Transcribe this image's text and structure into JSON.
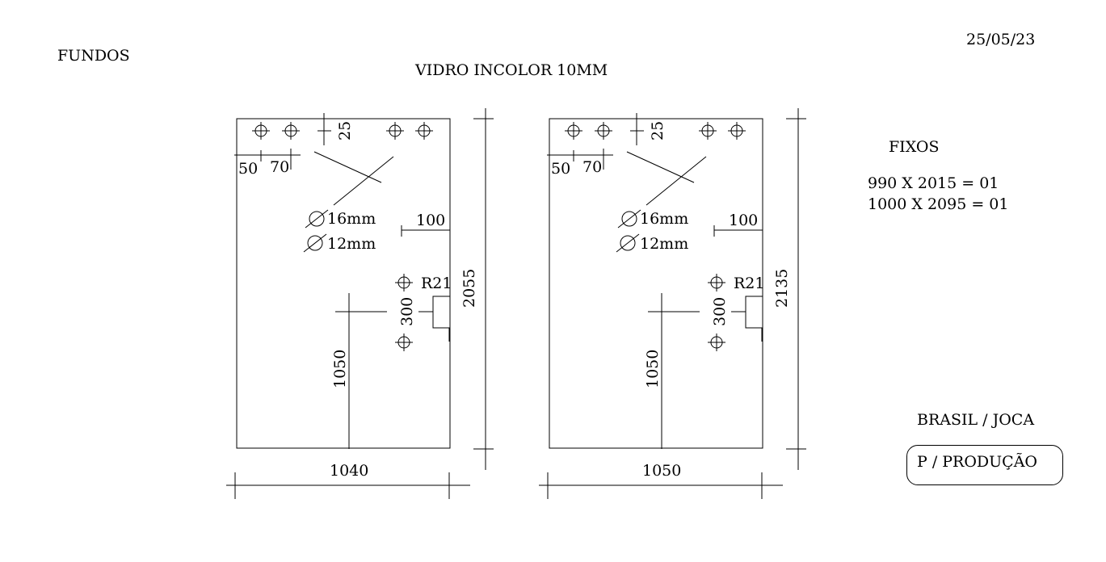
{
  "header": {
    "left_label": "FUNDOS",
    "date": "25/05/23",
    "title": "VIDRO INCOLOR 10MM"
  },
  "fixos": {
    "title": "FIXOS",
    "items": [
      "990 X 2015 = 01",
      "1000 X 2095 = 01"
    ]
  },
  "footer": {
    "client": "BRASIL / JOCA",
    "status": "P / PRODUÇÃO"
  },
  "panels": [
    {
      "width_label": "1040",
      "height_label": "2055",
      "hole_spacing": [
        "50",
        "70"
      ],
      "top_offset": "25",
      "hole_diameters": [
        "16mm",
        "12mm"
      ],
      "side_offset": "100",
      "radius": "R21",
      "notch_height": "300",
      "notch_elevation": "1050"
    },
    {
      "width_label": "1050",
      "height_label": "2135",
      "hole_spacing": [
        "50",
        "70"
      ],
      "top_offset": "25",
      "hole_diameters": [
        "16mm",
        "12mm"
      ],
      "side_offset": "100",
      "radius": "R21",
      "notch_height": "300",
      "notch_elevation": "1050"
    }
  ]
}
